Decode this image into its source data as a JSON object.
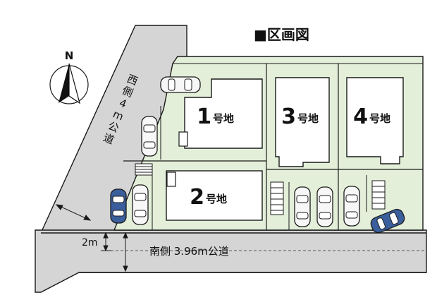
{
  "title": "■区画図",
  "north_label": "N",
  "west_road": [
    "西",
    "側",
    "4",
    "m",
    "公",
    "道"
  ],
  "south_road_label": "南側 3.96m公道",
  "setback_label": "2m",
  "lot_suffix": "号地",
  "lots": [
    {
      "num": "1"
    },
    {
      "num": "2"
    },
    {
      "num": "3"
    },
    {
      "num": "4"
    }
  ],
  "colors": {
    "lot_fill": "#e3efd9",
    "road_fill": "#d5d5d5",
    "outline": "#1a1a1a",
    "car_white": "#f7f7f7",
    "car_blue": "#3a5f9c"
  }
}
